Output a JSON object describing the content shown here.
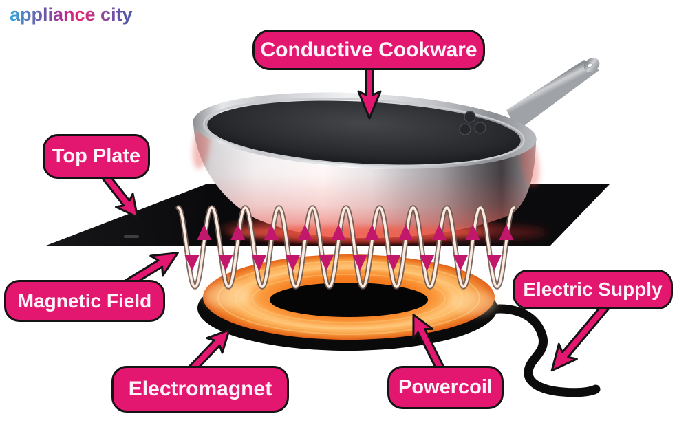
{
  "logo": {
    "text": "appliance city",
    "gradient": [
      "#2da4dc",
      "#6d55a5",
      "#e5256d",
      "#8b4ea2",
      "#4b56a8"
    ]
  },
  "labels": {
    "conductive_cookware": "Conductive Cookware",
    "top_plate": "Top Plate",
    "magnetic_field": "Magnetic Field",
    "electromagnet": "Electromagnet",
    "powercoil": "Powercoil",
    "electric_supply": "Electric Supply"
  },
  "colors": {
    "label_bg": "#e3176f",
    "label_text": "#fdf2f7",
    "label_border": "#141414",
    "callout_arrow_fill": "#e3176f",
    "callout_arrow_outline": "#141414",
    "field_arrow": "#c2186b",
    "wave_line": "#fbeadf",
    "wave_outline": "#6e5a52",
    "cooktop_black": "#0b0b0d",
    "coil_orange": "#f57d22",
    "coil_highlight": "#ffc878",
    "cable_black": "#0c0c0c",
    "pan_glow_red": "#e2574d",
    "pan_silver": "#e8eaec",
    "background": "#ffffff"
  },
  "scene_parts": [
    "frying-pan",
    "pan-handle",
    "cooktop-top-plate",
    "magnetic-field-waves",
    "induction-coil",
    "electromagnet-base",
    "power-cable"
  ]
}
